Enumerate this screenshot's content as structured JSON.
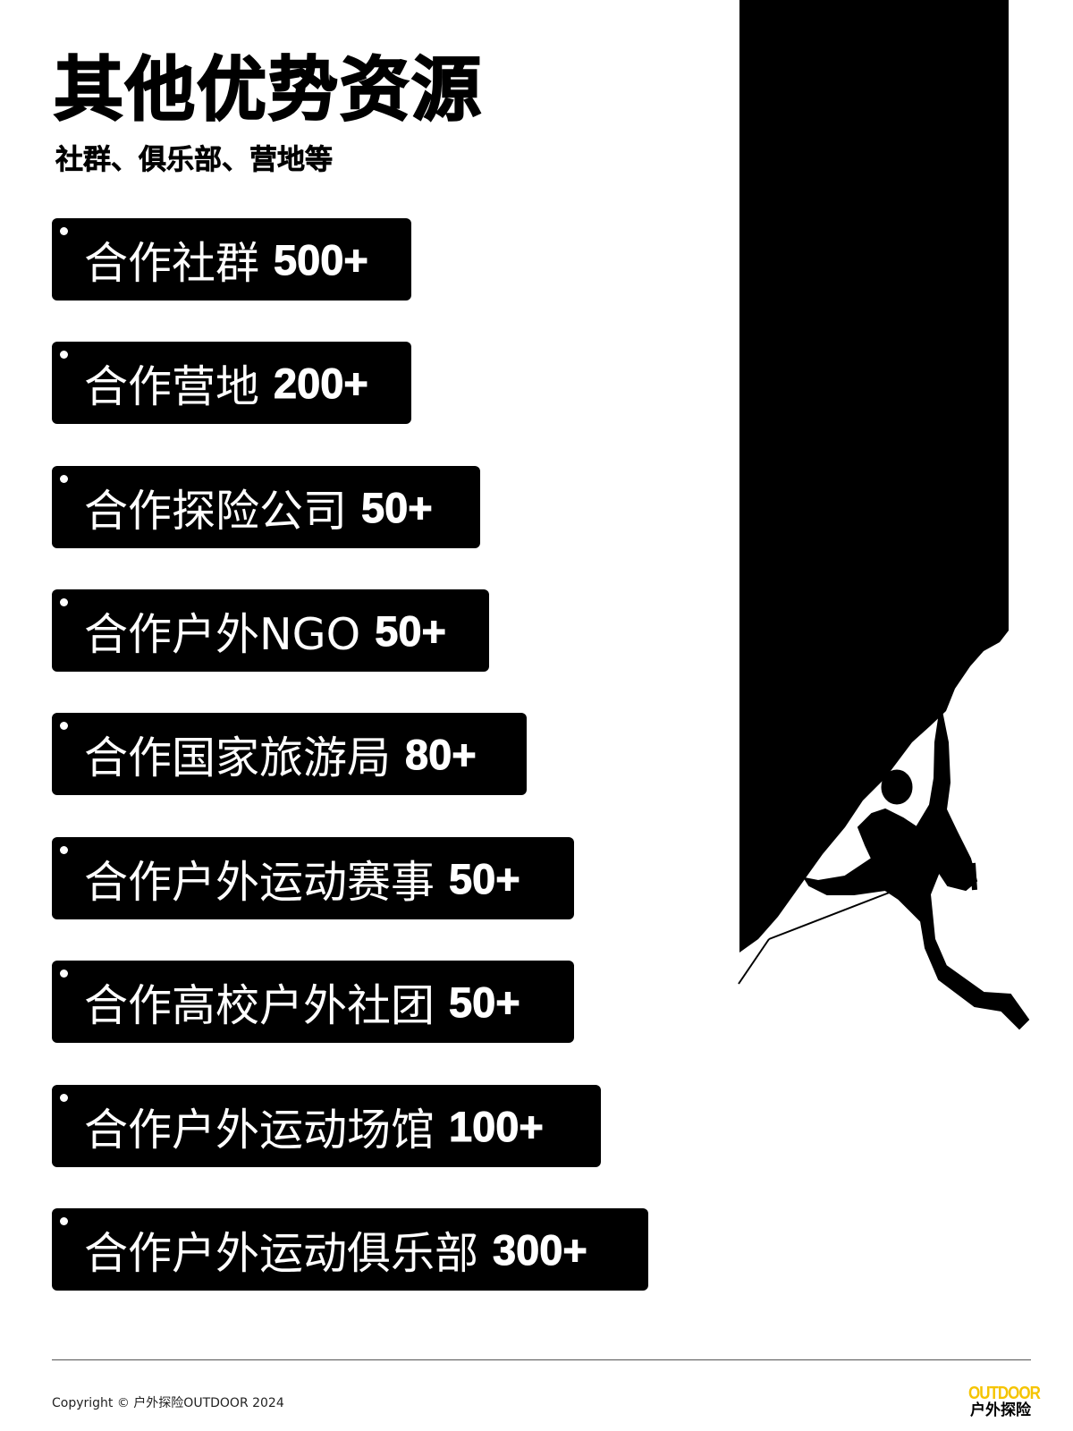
{
  "header": {
    "title": "其他优势资源",
    "subtitle": "社群、俱乐部、营地等"
  },
  "tags": [
    {
      "label": "合作社群",
      "count": "500+"
    },
    {
      "label": "合作营地",
      "count": "200+"
    },
    {
      "label": "合作探险公司",
      "count": "50+"
    },
    {
      "label": "合作户外NGO",
      "count": "50+"
    },
    {
      "label": "合作国家旅游局",
      "count": "80+"
    },
    {
      "label": "合作户外运动赛事",
      "count": "50+"
    },
    {
      "label": "合作高校户外社团",
      "count": "50+"
    },
    {
      "label": "合作户外运动场馆",
      "count": "100+"
    },
    {
      "label": "合作户外运动俱乐部",
      "count": "300+"
    }
  ],
  "footer": {
    "copyright": "Copyright © 户外探险OUTDOOR 2024",
    "logo_en": "OUTDOOR",
    "logo_cn": "户外探险"
  },
  "colors": {
    "accent": "#f5c400",
    "tag_bg": "#000000"
  }
}
